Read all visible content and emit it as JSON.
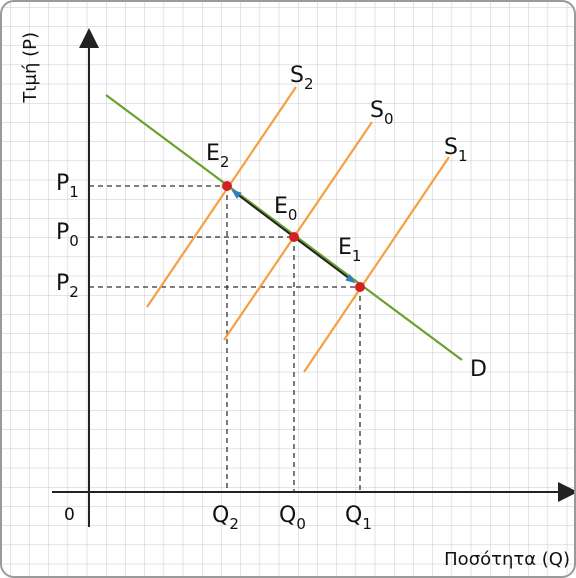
{
  "axes": {
    "y_label": "Τιμή (P)",
    "x_label": "Ποσότητα (Q)",
    "origin": "0"
  },
  "curves": {
    "demand": {
      "label": "D",
      "color": "#6aa12c"
    },
    "supply_0": {
      "label": "S",
      "sub": "0",
      "color": "#f5a040"
    },
    "supply_1": {
      "label": "S",
      "sub": "1",
      "color": "#f5a040"
    },
    "supply_2": {
      "label": "S",
      "sub": "2",
      "color": "#f5a040"
    }
  },
  "equilibria": {
    "e0": {
      "label": "E",
      "sub": "0"
    },
    "e1": {
      "label": "E",
      "sub": "1"
    },
    "e2": {
      "label": "E",
      "sub": "2"
    },
    "point_color": "#d42020"
  },
  "price_ticks": {
    "p1": {
      "label": "P",
      "sub": "1"
    },
    "p0": {
      "label": "P",
      "sub": "0"
    },
    "p2": {
      "label": "P",
      "sub": "2"
    }
  },
  "quantity_ticks": {
    "q2": {
      "label": "Q",
      "sub": "2"
    },
    "q0": {
      "label": "Q",
      "sub": "0"
    },
    "q1": {
      "label": "Q",
      "sub": "1"
    }
  },
  "colors": {
    "grid": "#c8c8c8",
    "axis": "#222222",
    "arrow": "#2f7fc4"
  }
}
